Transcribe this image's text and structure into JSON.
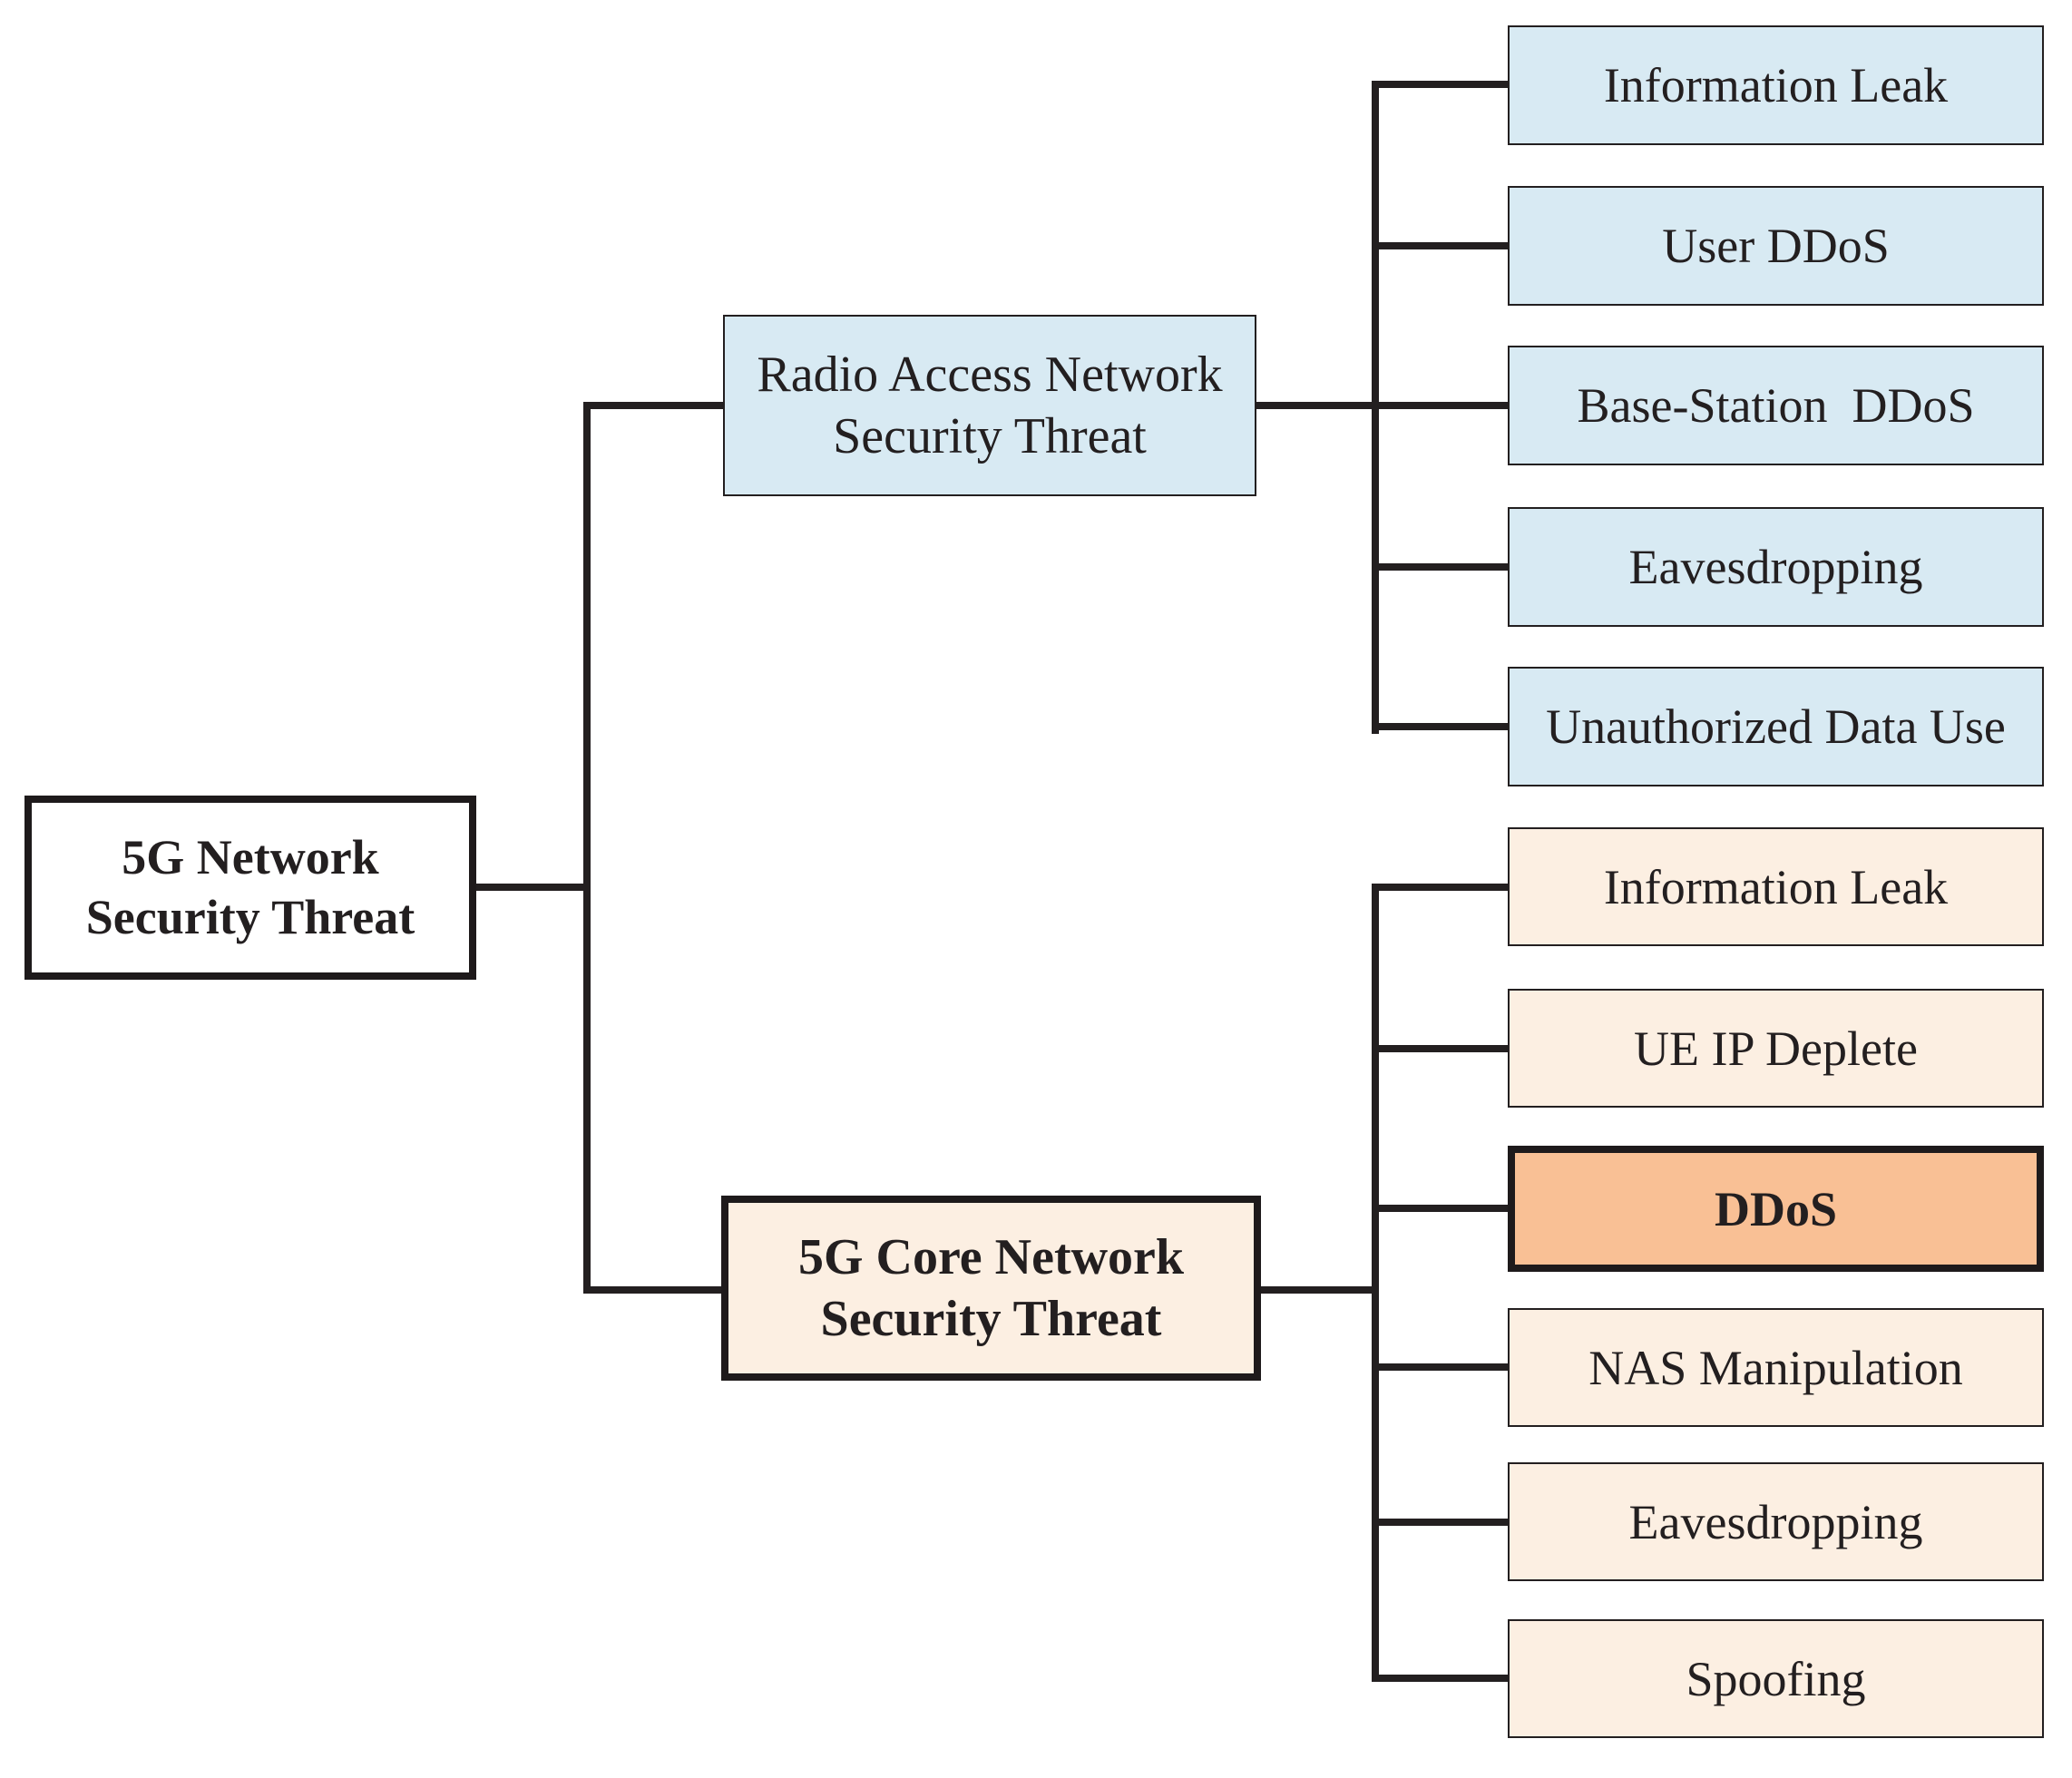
{
  "diagram": {
    "root": {
      "line1": "5G Network",
      "line2": "Security Threat"
    },
    "ran_branch": {
      "parent": {
        "line1": "Radio Access Network",
        "line2": "Security Threat"
      },
      "children": [
        {
          "label": "Information Leak"
        },
        {
          "label": "User DDoS"
        },
        {
          "label": "Base-Station  DDoS"
        },
        {
          "label": "Eavesdropping"
        },
        {
          "label": "Unauthorized Data Use"
        }
      ]
    },
    "core_branch": {
      "parent": {
        "line1": "5G Core Network",
        "line2": "Security Threat"
      },
      "children": [
        {
          "label": "Information Leak"
        },
        {
          "label": "UE IP Deplete"
        },
        {
          "label": "DDoS",
          "highlighted": "true"
        },
        {
          "label": "NAS Manipulation"
        },
        {
          "label": "Eavesdropping"
        },
        {
          "label": "Spoofing"
        }
      ]
    },
    "colors": {
      "ran_fill": "#d8eaf3",
      "core_fill": "#fcefe2",
      "highlight_fill": "#f9c095",
      "root_fill": "#ffffff",
      "line_and_text": "#231f20"
    }
  }
}
